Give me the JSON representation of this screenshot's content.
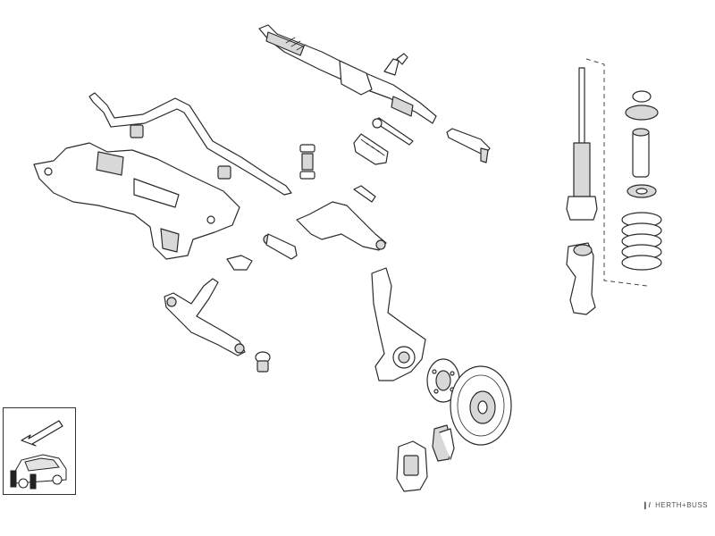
{
  "diagram": {
    "parts": [
      {
        "id": "steering-rack"
      },
      {
        "id": "tie-rod-end"
      },
      {
        "id": "steering-boot"
      },
      {
        "id": "inner-tie-rod"
      },
      {
        "id": "stabilizer-bar"
      },
      {
        "id": "stabilizer-link"
      },
      {
        "id": "front-subframe"
      },
      {
        "id": "upper-control-arm"
      },
      {
        "id": "lower-control-arm"
      },
      {
        "id": "ball-joint"
      },
      {
        "id": "steering-knuckle"
      },
      {
        "id": "wheel-hub"
      },
      {
        "id": "brake-disc"
      },
      {
        "id": "brake-pads"
      },
      {
        "id": "brake-caliper"
      },
      {
        "id": "shock-absorber"
      },
      {
        "id": "strut-mount"
      },
      {
        "id": "dust-boot"
      },
      {
        "id": "coil-spring"
      },
      {
        "id": "spring-fork"
      }
    ],
    "inset_icons": [
      "direction-arrow-icon",
      "car-front-axle-icon"
    ]
  },
  "brand": {
    "mark": "❙/",
    "name": "HERTH+BUSS",
    "color": "#555555"
  }
}
